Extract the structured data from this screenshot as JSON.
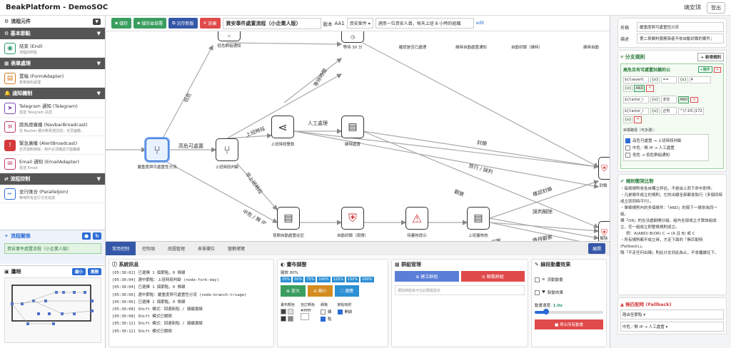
{
  "header": {
    "brand": "BeakPlatform - DemoSOC",
    "user": "璃安琪",
    "logout": "登出"
  },
  "left": {
    "components_title": "流程元件",
    "cat_basic": "基本節點",
    "end_title": "結束 (End)",
    "end_sub": "流程的終點",
    "cat_form": "表單處理",
    "form_title": "置稿 (FormAdapter)",
    "form_sub": "表單資料處理",
    "cat_notify": "通知機制",
    "tg_title": "Telegram 通知 (Telegram)",
    "tg_sub": "發送 Telegram 訊息",
    "nb_title": "跑馬燈廣播 (NavbarBroadcast)",
    "nb_sub": "在 Navbar 顯示跑馬燈訊息，全頁面動...",
    "al_title": "緊急廣播 (AlertBroadcast)",
    "al_sub": "全頁強制彈窗，用戶必須確認才能繼續",
    "em_title": "Email 通知 (EmailAdapter)",
    "em_sub": "發送 Email",
    "cat_flow": "流程控制",
    "pj_title": "並行匯合 (ParallelJoin)",
    "pj_sub": "等待所有並行分支完成",
    "rel_title": "流程關係",
    "rel_item": "資安事件處置流程（小企業人版）",
    "map_title": "鷹眼",
    "map_shrink": "縮小",
    "map_expand": "展開"
  },
  "toolbar": {
    "save": "儲存",
    "save_deploy": "儲存並部署",
    "save_as": "另存新版",
    "abandon": "放棄",
    "flow_name": "資安事件處置流程（小企業人版）",
    "version_label": "版本",
    "version": "AA1",
    "category": "資安案件",
    "desc": "適用一位資安人員，每天上班 8 小時的組織",
    "edit": "edit"
  },
  "canvas": {
    "nodes": {
      "n1": "低危群組通知",
      "n2": "等待 30 分",
      "n3": "確認是否已處理",
      "n4": "維時自動處置通知",
      "n5": "自動封鎖（維時）",
      "n6": "維時自動",
      "triage": "嚴重度與可處置性分流",
      "fork": "上班時段判斷",
      "routing": "上班時段雙軌",
      "manual": "歸時處置",
      "offhours": "夜間自動處置註記",
      "autoblock": "自動封鎖（夜間）",
      "warn": "待審核提示",
      "review": "上班審核核",
      "block": "封鎖",
      "resolve": "解除"
    },
    "edges": {
      "low": "低危",
      "long": "等待時間",
      "high": "高危可處置",
      "work": "上班時段",
      "manual": "人工處理",
      "nonwork": "非上班時段",
      "block": "封鎖",
      "release": "放行 / 誤判",
      "observe": "觀察",
      "confirm": "確認封鎖",
      "misjudge": "誤判解除",
      "mid": "中危 / 無 IP",
      "end": "結案",
      "keep": "維持觀察"
    }
  },
  "bottom": {
    "tabs": [
      "常用控制",
      "控制項",
      "底圖管理",
      "表單欄位",
      "變數總覽"
    ],
    "expand": "展開",
    "log_title": "系統訊息",
    "logs": [
      "[05:30:02] 已選擇 1 個節點，0 條線",
      "[05:30:04] 選中節點：上班時段判斷 (node-fork-day)",
      "[05:30:04] 已選擇 1 個節點，0 條線",
      "[05:30:06] 選中節點：嚴重度與可處置性分流 (node-branch-triage)",
      "[05:30:06] 已選擇 1 個節點，0 條線",
      "[05:30:08] Shift 模式：回避新點 / 連續選線",
      "[05:30:08] Shift 模式已關閉",
      "[05:30:12] Shift 模式：回避新點 / 連續選線",
      "[05:30:12] Shift 模式已關閉"
    ],
    "layout_title": "畫布調整",
    "zoom_label": "縮放",
    "zoom_value": "80%",
    "zooms": [
      "25%",
      "50%",
      "75%",
      "100%",
      "125%",
      "150%",
      "200%"
    ],
    "zoom_in": "放大",
    "zoom_out": "縮小",
    "fit": "適應",
    "bg_color": "畫布顏色",
    "custom_color": "自訂顏色",
    "custom_hex": "#ffffff",
    "grid": "網格",
    "line": "線",
    "dot": "點",
    "snap": "節點吸附",
    "snap_on": "開啟",
    "group_title": "群組管理",
    "group_new": "建立群組",
    "group_ungroup": "解散群組",
    "group_hint": "選取節點後可在此群組設定",
    "fx_title": "線段動畫效果",
    "fx_flow": "流動動畫",
    "fx_heart": "脈動效果",
    "fx_speed": "動畫速度:",
    "fx_speed_val": "1.0x",
    "fx_stop": "停止所有動畫"
  },
  "right": {
    "name_label": "名稱",
    "name_val": "嚴重度與可處置性分流",
    "desc_label": "描述",
    "desc_val": "第二表欄判服務兩者不依自動封鎖的案件；",
    "branch_title": "分支規則",
    "add_rule": "新增規則",
    "rule_title": "高危且有可處置封鎖的公",
    "cond1_var": "${f.severit",
    "cond1_op": "==",
    "cond1_val": "4",
    "and": "AND",
    "cond2_var": "${f.actor_i",
    "cond2_op": "非空",
    "cond3_var": "${f.actor_i",
    "cond3_op": "正則",
    "cond3_val": "^(?:10\\.|172",
    "routes_label": "目標路徑（可多選）：",
    "route1": "高危可處置 → 上班時段判斷",
    "route2": "中危／無 IP → 人工處置",
    "route3": "低危 → 低危群組通知",
    "conflict_title": "規則衝突比對",
    "conflict_text1": "・每條規則會各自獨立評估，不是由上而下命中即停。",
    "conflict_text2": "・凡是條件成立的規則，它的出線全部都會執行（多個同時成立就同時平行）。",
    "conflict_text3": "・單條規則內的多個條件：「AND」的兩下一條併為同一組。",
    "conflict_text4": "標「OR」的在法處斷開分組。組內全部成立才算該組成立，任一組成立即整條規則成立。",
    "conflict_text5": "例：A(AND) B(OR) C → (A 且 B) 或 C",
    "conflict_text6": "・所有規則都不成立時，才走下面的「無匹配時 (Fallback)」。",
    "conflict_text7": "隔「不走任何出線」則此分支到此為止，不會繼續往下。",
    "fallback_title": "無匹配時 (Fallback)",
    "fallback_val": "路由至節點",
    "fallback_target": "中危／無 IP → 人工處置"
  }
}
